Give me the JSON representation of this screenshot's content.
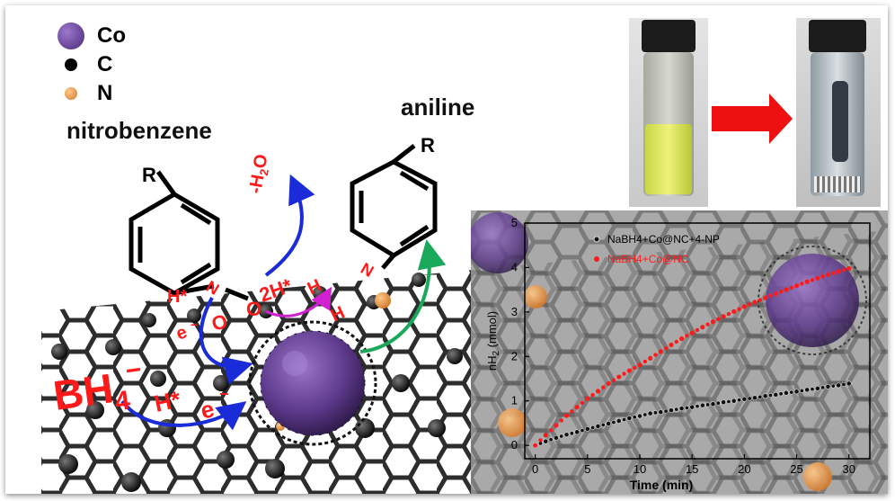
{
  "legend": [
    {
      "label": "Co",
      "color": "#6a3d9a"
    },
    {
      "label": "C",
      "color": "#111111"
    },
    {
      "label": "N",
      "color": "#e8913a"
    }
  ],
  "labels": {
    "reactant": "nitrobenzene",
    "product": "aniline",
    "substituent_left": "R",
    "substituent_right": "R",
    "water": "-H",
    "water_sub": "2",
    "water_end": "O",
    "n_left": "N",
    "n_right": "N",
    "h_star_top": "H*",
    "o1": "O",
    "o2": "O",
    "two_h": "2H*",
    "h1": "H",
    "h2": "H",
    "e1": "e",
    "e1_sup": "−",
    "bh4": "BH",
    "bh4_sub": "4",
    "bh4_sup": "−",
    "h_star_bottom": "H*",
    "e2": "e",
    "e2_sup": "−"
  },
  "colors": {
    "red": "#ff1a1a",
    "blue": "#1a2bd8",
    "magenta": "#d020d0",
    "green": "#1aa85a"
  },
  "chart_data": {
    "type": "scatter",
    "xlabel": "Time (min)",
    "ylabel": "nH",
    "ylabel_sub": "2",
    "ylabel_end": " (mmol)",
    "xlim": [
      -1,
      32
    ],
    "ylim": [
      -0.3,
      5
    ],
    "xticks": [
      0,
      5,
      10,
      15,
      20,
      25,
      30
    ],
    "yticks": [
      0,
      1,
      2,
      3,
      4,
      5
    ],
    "legend_position": "top-left",
    "series": [
      {
        "name": "NaBH4+Co@NC+4-NP",
        "color": "#111111",
        "x": [
          0,
          1,
          2,
          3,
          4,
          5,
          6,
          7,
          8,
          9,
          10,
          11,
          12,
          13,
          14,
          15,
          16,
          17,
          18,
          19,
          20,
          21,
          22,
          23,
          24,
          25,
          26,
          27,
          28,
          29,
          30
        ],
        "y": [
          0,
          0.09,
          0.17,
          0.24,
          0.3,
          0.37,
          0.43,
          0.49,
          0.55,
          0.61,
          0.66,
          0.72,
          0.75,
          0.79,
          0.83,
          0.86,
          0.9,
          0.93,
          0.97,
          1.0,
          1.04,
          1.07,
          1.11,
          1.14,
          1.18,
          1.21,
          1.25,
          1.28,
          1.32,
          1.35,
          1.39
        ]
      },
      {
        "name": "NaBH4+Co@NC",
        "color": "#ff1a1a",
        "x": [
          0,
          1,
          2,
          3,
          4,
          5,
          6,
          7,
          8,
          9,
          10,
          11,
          12,
          13,
          14,
          15,
          16,
          17,
          18,
          19,
          20,
          21,
          22,
          23,
          24,
          25,
          26,
          27,
          28,
          29,
          30
        ],
        "y": [
          0,
          0.23,
          0.45,
          0.67,
          0.86,
          1.05,
          1.22,
          1.39,
          1.54,
          1.68,
          1.81,
          1.96,
          2.11,
          2.26,
          2.4,
          2.53,
          2.66,
          2.78,
          2.9,
          3.01,
          3.12,
          3.22,
          3.32,
          3.41,
          3.5,
          3.59,
          3.68,
          3.76,
          3.84,
          3.91,
          3.98
        ]
      }
    ]
  }
}
